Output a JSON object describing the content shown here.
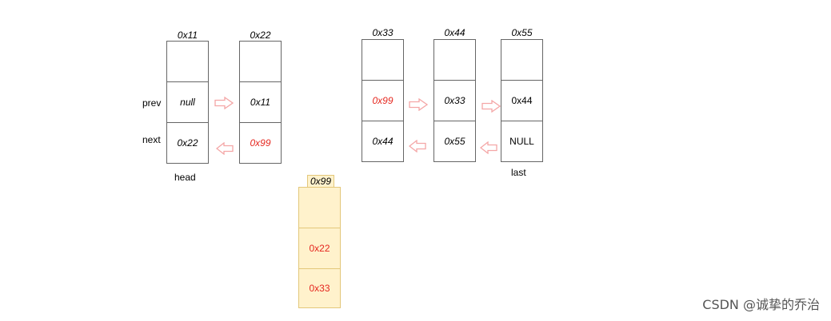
{
  "row_labels": {
    "prev": "prev",
    "next": "next"
  },
  "nodes": [
    {
      "addr": "0x11",
      "prev": "null",
      "next": "0x22",
      "caption": "head"
    },
    {
      "addr": "0x22",
      "prev": "0x11",
      "next": "0x99"
    },
    {
      "addr": "0x33",
      "prev": "0x99",
      "next": "0x44"
    },
    {
      "addr": "0x44",
      "prev": "0x33",
      "next": "0x55"
    },
    {
      "addr": "0x55",
      "prev": "0x44",
      "next": "NULL",
      "caption": "last"
    }
  ],
  "new_node": {
    "addr": "0x99",
    "prev": "0x22",
    "next": "0x33"
  },
  "colors": {
    "highlight_text": "#e5271f",
    "new_node_fill": "#fff2cc",
    "arrow": "#f4a6a6"
  },
  "watermark": "CSDN @诚挚的乔治"
}
